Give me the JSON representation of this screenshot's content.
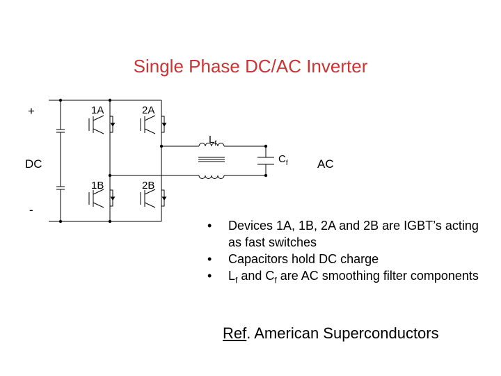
{
  "title": "Single Phase DC/AC Inverter",
  "labels": {
    "plus": "+",
    "minus": "-",
    "dc": "DC",
    "ac": "AC",
    "sw_1a": "1A",
    "sw_2a": "2A",
    "sw_1b": "1B",
    "sw_2b": "2B",
    "lf_main": "L",
    "lf_sub": "f",
    "cf_main": "C",
    "cf_sub": "f"
  },
  "bullets": [
    {
      "marker": "•",
      "text": "Devices 1A, 1B, 2A and 2B are IGBT’s acting as fast switches"
    },
    {
      "marker": "•",
      "text": "Capacitors hold DC charge"
    },
    {
      "marker": "•",
      "lead": "L",
      "lead_sub": "f",
      "mid": " and C",
      "mid_sub": "f",
      "tail": " are AC smoothing filter components"
    }
  ],
  "reference": {
    "prefix": "Ref",
    "rest": ". American Superconductors"
  },
  "colors": {
    "title": "#cc3333",
    "lines": "#000000"
  }
}
